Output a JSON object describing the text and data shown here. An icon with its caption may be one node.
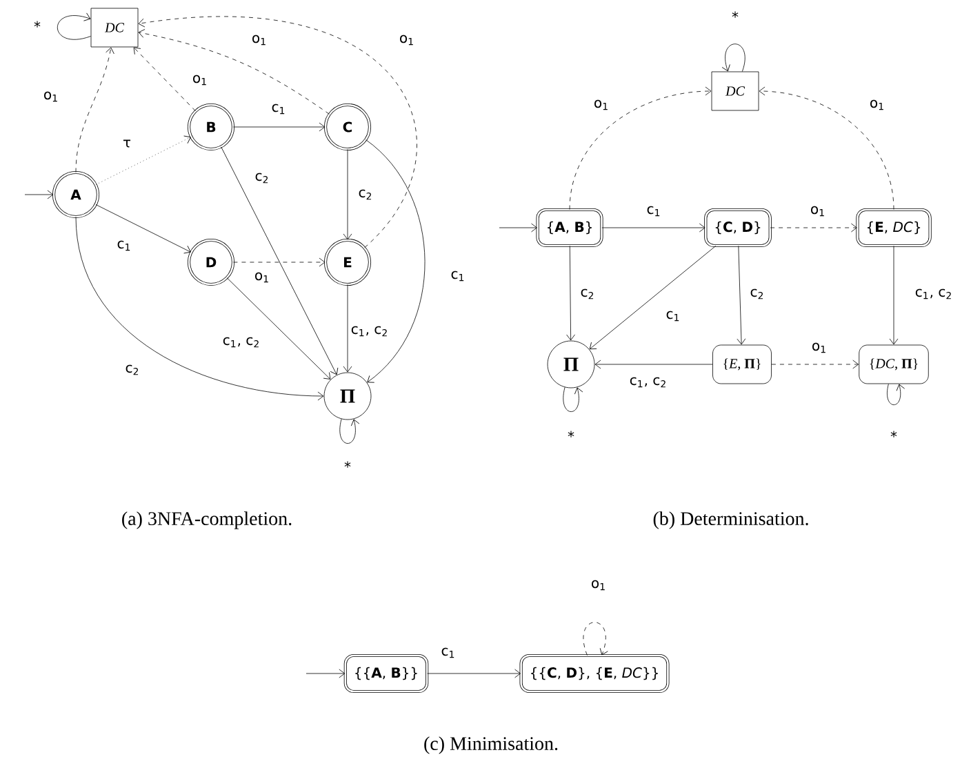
{
  "diagram": {
    "nodes": [
      {
        "text": [
          "DC"
        ]
      },
      {
        "text": [
          "A"
        ]
      },
      {
        "text": [
          "B"
        ]
      },
      {
        "text": [
          "C"
        ]
      },
      {
        "text": [
          "D"
        ]
      },
      {
        "text": [
          "E"
        ]
      },
      {
        "text": [
          "Π"
        ]
      },
      {
        "text": [
          "DC"
        ]
      },
      {
        "text": [
          "{**A**, **B**}"
        ]
      },
      {
        "text": [
          "{**C**, **D**}"
        ]
      },
      {
        "text": [
          "{**E**, *DC*}"
        ]
      },
      {
        "text": [
          "Π"
        ]
      },
      {
        "text": [
          "{*E*, **Π**}"
        ]
      },
      {
        "text": [
          "{*DC*, **Π**}"
        ]
      },
      {
        "text": [
          "{{**A**, **B**}}"
        ]
      },
      {
        "text": [
          "{{**C**, **D**}, {**E**, *DC*}}"
        ]
      }
    ],
    "edges": [
      {
        "from": null,
        "to": 1,
        "arrow": "to"
      },
      {
        "from": 1,
        "to": 0,
        "arrow": "to",
        "style": "dashed",
        "label": "o$_{1}$"
      },
      {
        "from": 2,
        "to": 0,
        "arrow": "to",
        "style": "dashed",
        "label": "o$_{1}$"
      },
      {
        "from": 3,
        "to": 0,
        "arrow": "to",
        "style": "dashed",
        "label": "o$_{1}$"
      },
      {
        "from": 5,
        "to": 0,
        "arrow": "to",
        "style": "dashed",
        "label": "o$_{1}$"
      },
      {
        "from": 1,
        "to": 2,
        "arrow": "to",
        "style": "dashed",
        "label": "τ"
      },
      {
        "from": 1,
        "to": 4,
        "arrow": "to",
        "label": "c$_{1}$"
      },
      {
        "from": 2,
        "to": 3,
        "arrow": "to",
        "label": "c$_{1}$"
      },
      {
        "from": 2,
        "to": 6,
        "arrow": "to",
        "label": "c$_{2}$"
      },
      {
        "from": 3,
        "to": 5,
        "arrow": "to",
        "label": "c$_{2}$"
      },
      {
        "from": 3,
        "to": 6,
        "arrow": "to",
        "label": "c$_{1}$"
      },
      {
        "from": 4,
        "to": 5,
        "arrow": "to",
        "style": "dashed",
        "label": "o$_{1}$"
      },
      {
        "from": 4,
        "to": 6,
        "arrow": "to",
        "label": "c$_{1}$, c$_{2}$"
      },
      {
        "from": 5,
        "to": 6,
        "arrow": "to",
        "label": "c$_{1}$, c$_{2}$"
      },
      {
        "from": 1,
        "to": 6,
        "arrow": "to",
        "label": "c$_{2}$"
      },
      {
        "from": 0,
        "to": 0,
        "arrow": "to",
        "label": "*"
      },
      {
        "from": 6,
        "to": 6,
        "arrow": "to",
        "label": "*"
      },
      {
        "from": null,
        "to": 8,
        "arrow": "to"
      },
      {
        "from": 8,
        "to": 9,
        "arrow": "to",
        "label": "c$_{1}$"
      },
      {
        "from": 9,
        "to": 10,
        "arrow": "to",
        "style": "dashed",
        "label": "o$_{1}$"
      },
      {
        "from": 8,
        "to": 7,
        "arrow": "to",
        "style": "dashed",
        "label": "o$_{1}$"
      },
      {
        "from": 10,
        "to": 7,
        "arrow": "to",
        "style": "dashed",
        "label": "o$_{1}$"
      },
      {
        "from": 8,
        "to": 11,
        "arrow": "to",
        "label": "c$_{2}$"
      },
      {
        "from": 9,
        "to": 11,
        "arrow": "to",
        "label": "c$_{1}$"
      },
      {
        "from": 9,
        "to": 12,
        "arrow": "to",
        "label": "c$_{2}$"
      },
      {
        "from": 10,
        "to": 13,
        "arrow": "to",
        "label": "c$_{1}$, c$_{2}$"
      },
      {
        "from": 12,
        "to": 11,
        "arrow": "to",
        "label": "c$_{1}$, c$_{2}$"
      },
      {
        "from": 12,
        "to": 13,
        "arrow": "to",
        "style": "dashed",
        "label": "o$_{1}$"
      },
      {
        "from": 7,
        "to": 7,
        "arrow": "to",
        "label": "*"
      },
      {
        "from": 11,
        "to": 11,
        "arrow": "to",
        "label": "*"
      },
      {
        "from": 13,
        "to": 13,
        "arrow": "to",
        "label": "*"
      },
      {
        "from": null,
        "to": 14,
        "arrow": "to"
      },
      {
        "from": 14,
        "to": 15,
        "arrow": "to",
        "label": "c$_{1}$"
      },
      {
        "from": 15,
        "to": 15,
        "arrow": "to",
        "style": "dashed",
        "label": "o$_{1}$"
      }
    ],
    "labels": [
      "(a) 3NFA-completion.",
      "(b) Determinisation.",
      "(c) Minimisation."
    ]
  }
}
